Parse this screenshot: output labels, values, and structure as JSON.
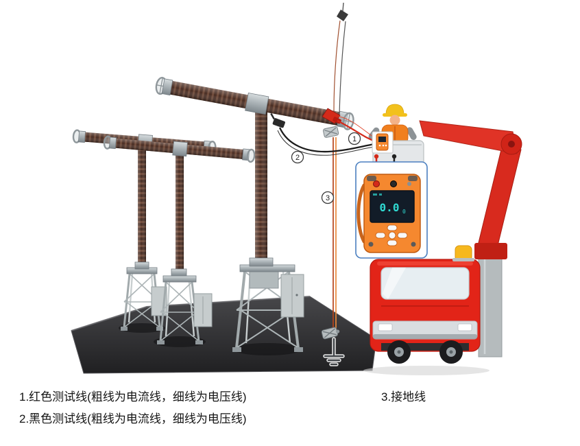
{
  "callouts": {
    "c1": "1",
    "c2": "2",
    "c3": "3"
  },
  "instrument": {
    "display_value": "0.0",
    "display_sub": "0"
  },
  "legend": {
    "item1": "1.红色测试线(粗线为电流线，细线为电压线)",
    "item2": "2.黑色测试线(粗线为电流线，细线为电压线)",
    "item3": "3.接地线"
  },
  "colors": {
    "red_lead": "#d42a1a",
    "black_lead": "#1c1c1c",
    "ground_lead_orange": "#e8893c",
    "ground_lead_red": "#b5451b",
    "truck_red": "#e22418",
    "boom_red": "#e03326",
    "device_orange": "#f5882f",
    "display_teal": "#2fd8d0",
    "callout_border": "#4a7fc0",
    "insulator_brown": "#4a2e24",
    "helmet_yellow": "#f2c11c"
  }
}
